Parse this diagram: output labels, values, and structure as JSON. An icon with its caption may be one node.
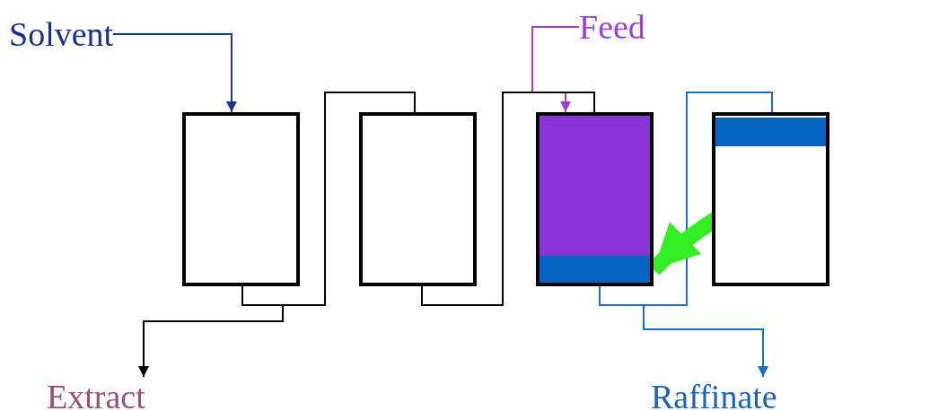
{
  "diagram": {
    "nodes": [
      {
        "text": [
          "Solvent"
        ]
      },
      {
        "text": [
          "Feed"
        ]
      },
      {
        "text": [],
        "shape": "box"
      },
      {
        "text": [],
        "shape": "box"
      },
      {
        "text": [],
        "shape": "box"
      },
      {
        "text": [],
        "shape": "box"
      },
      {
        "text": [
          "Extract"
        ]
      },
      {
        "text": [
          "Raffinate"
        ]
      }
    ],
    "edges": [
      {
        "from": 0,
        "to": 2,
        "arrow": "to",
        "color": "#1a3399"
      },
      {
        "from": 1,
        "to": 4,
        "arrow": "to",
        "color": "#9b3fd9"
      },
      {
        "from": 2,
        "to": 3,
        "arrow": "none"
      },
      {
        "from": 2,
        "to": 6,
        "arrow": "to"
      },
      {
        "from": 3,
        "to": 4,
        "arrow": "none"
      },
      {
        "from": 4,
        "to": 5,
        "arrow": "none",
        "color": "#1a6fc4"
      },
      {
        "from": 4,
        "to": 7,
        "arrow": "to",
        "color": "#1a6fc4"
      },
      {
        "from": 5,
        "to": 4,
        "arrow": "to",
        "style": "thick",
        "color": "#33ee22"
      }
    ]
  }
}
